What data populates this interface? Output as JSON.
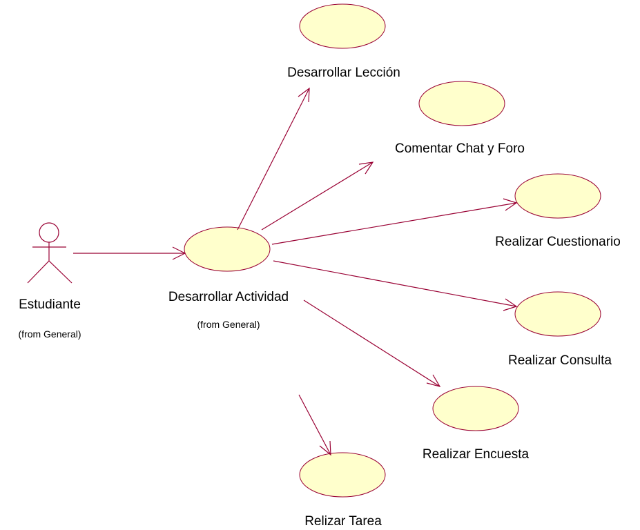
{
  "actor": {
    "name": "Estudiante",
    "package": "(from General)"
  },
  "main_use_case": {
    "name": "Desarrollar Actividad",
    "package": "(from General)"
  },
  "use_cases": [
    {
      "name": "Desarrollar Lección"
    },
    {
      "name": "Comentar Chat y Foro"
    },
    {
      "name": "Realizar Cuestionario"
    },
    {
      "name": "Realizar Consulta"
    },
    {
      "name": "Realizar Encuesta"
    },
    {
      "name": "Relizar Tarea"
    }
  ],
  "colors": {
    "use_case_fill": "#FFFFCC",
    "line": "#990033"
  }
}
